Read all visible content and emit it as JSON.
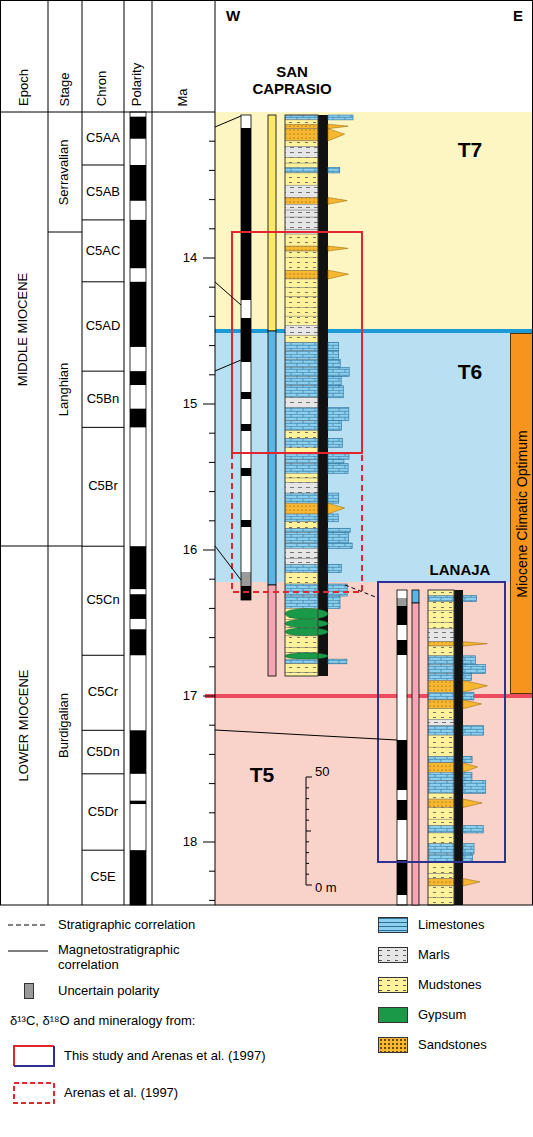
{
  "diagram": {
    "nodes": [
      {
        "text": [
          "T7"
        ]
      },
      {
        "text": [
          "T6"
        ]
      },
      {
        "text": [
          "T5"
        ]
      },
      {
        "text": [
          "Miocene Climatic Optimum"
        ]
      }
    ],
    "labels": [
      "W",
      "E",
      "Epoch",
      "Stage",
      "Chron",
      "Polarity",
      "Ma",
      "MIDDLE MIOCENE",
      "LOWER MIOCENE",
      "Serravalian",
      "Langhian",
      "Burdigalian",
      "C5AA",
      "C5AB",
      "C5AC",
      "C5AD",
      "C5Bn",
      "C5Br",
      "C5Cn",
      "C5Cr",
      "C5Dn",
      "C5Dr",
      "C5E",
      "14",
      "15",
      "16",
      "17",
      "18",
      "SAN CAPRASIO",
      "LANAJA",
      "50",
      "0 m",
      "δ¹³C, δ¹⁸O and mineralogy from:"
    ],
    "legend": [
      {
        "text": "Stratigraphic correlation"
      },
      {
        "text": "Magnetostratigraphic correlation"
      },
      {
        "text": "Uncertain polarity",
        "color": "#9a9a9a"
      },
      {
        "text": "This study and Arenas et al. (1997)"
      },
      {
        "text": "Arenas et al. (1997)"
      },
      {
        "text": "Limestones",
        "color": "#8ccfee"
      },
      {
        "text": "Marls",
        "color": "#e6e6e6"
      },
      {
        "text": "Mudstones",
        "color": "#fff29a"
      },
      {
        "text": "Gypsum",
        "color": "#1a9a48"
      },
      {
        "text": "Sandstones",
        "color": "#f7b731"
      }
    ]
  }
}
